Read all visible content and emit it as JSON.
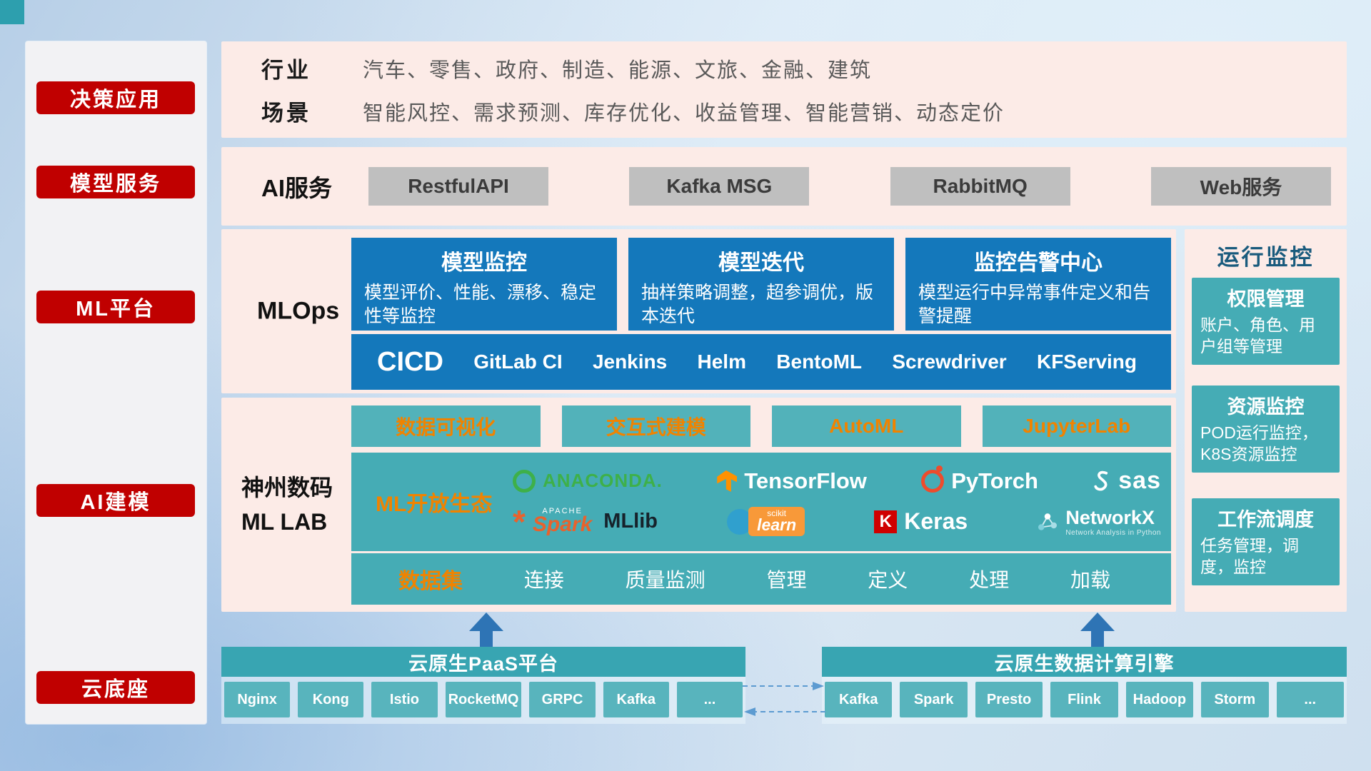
{
  "colors": {
    "accent_red": "#c00000",
    "panel_pink": "#fcebe7",
    "primary_blue": "#1478bb",
    "teal": "#45acb5",
    "accent_orange": "#f08300"
  },
  "sidebar": {
    "items": [
      {
        "label": "决策应用"
      },
      {
        "label": "模型服务"
      },
      {
        "label": "ML平台"
      },
      {
        "label": "AI建模"
      },
      {
        "label": "云底座"
      }
    ]
  },
  "industry": {
    "row1_label": "行业",
    "row1_text": "汽车、零售、政府、制造、能源、文旅、金融、建筑",
    "row2_label": "场景",
    "row2_text": "智能风控、需求预测、库存优化、收益管理、智能营销、动态定价"
  },
  "ai_service": {
    "label": "AI服务",
    "buttons": [
      "RestfulAPI",
      "Kafka MSG",
      "RabbitMQ",
      "Web服务"
    ]
  },
  "mlops": {
    "label": "MLOps",
    "cards": [
      {
        "title": "模型监控",
        "desc": "模型评价、性能、漂移、稳定性等监控"
      },
      {
        "title": "模型迭代",
        "desc": "抽样策略调整，超参调优，版本迭代"
      },
      {
        "title": "监控告警中心",
        "desc": "模型运行中异常事件定义和告警提醒"
      }
    ],
    "cicd_label": "CICD",
    "cicd_items": [
      "GitLab CI",
      "Jenkins",
      "Helm",
      "BentoML",
      "Screwdriver",
      "KFServing"
    ]
  },
  "mllab": {
    "label_line1": "神州数码",
    "label_line2": "ML LAB",
    "feature_buttons": [
      "数据可视化",
      "交互式建模",
      "AutoML",
      "JupyterLab"
    ],
    "ecosystem_label": "ML开放生态",
    "logos": {
      "anaconda": "ANACONDA.",
      "tensorflow": "TensorFlow",
      "pytorch": "PyTorch",
      "sas": "sas",
      "spark_apache": "APACHE",
      "spark_star": "*",
      "spark": "Spark",
      "mllib": "MLlib",
      "scikit_top": "scikit",
      "scikit_main": "learn",
      "keras_k": "K",
      "keras": "Keras",
      "networkx": "NetworkX",
      "networkx_sub": "Network Analysis in Python"
    },
    "dataset_label": "数据集",
    "dataset_items": [
      "连接",
      "质量监测",
      "管理",
      "定义",
      "处理",
      "加载"
    ]
  },
  "monitor": {
    "title": "运行监控",
    "cards": [
      {
        "title": "权限管理",
        "desc": "账户、角色、用户组等管理"
      },
      {
        "title": "资源监控",
        "desc": "POD运行监控，K8S资源监控"
      },
      {
        "title": "工作流调度",
        "desc": "任务管理，调度，监控"
      }
    ]
  },
  "bottom": {
    "paas_title": "云原生PaaS平台",
    "paas_items": [
      "Nginx",
      "Kong",
      "Istio",
      "RocketMQ",
      "GRPC",
      "Kafka",
      "..."
    ],
    "engine_title": "云原生数据计算引擎",
    "engine_items": [
      "Kafka",
      "Spark",
      "Presto",
      "Flink",
      "Hadoop",
      "Storm",
      "..."
    ]
  }
}
